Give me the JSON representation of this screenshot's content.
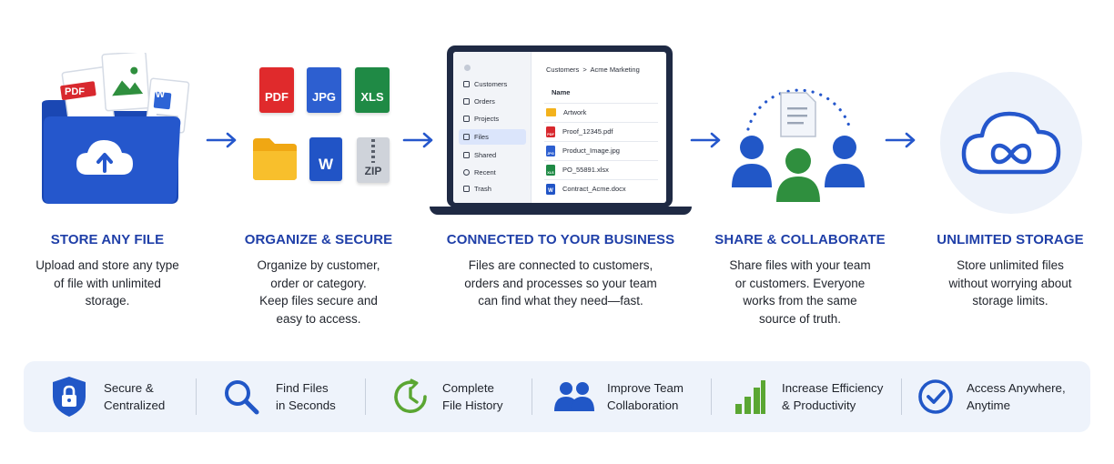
{
  "stages": [
    {
      "title": "STORE ANY FILE",
      "desc": "Upload and store any type\nof file with unlimited\nstorage."
    },
    {
      "title": "ORGANIZE & SECURE",
      "desc": "Organize by customer,\norder or category.\nKeep files secure and\neasy to access."
    },
    {
      "title": "CONNECTED TO YOUR BUSINESS",
      "desc": "Files are connected to customers,\norders and processes so your team\ncan find what they need—fast."
    },
    {
      "title": "SHARE & COLLABORATE",
      "desc": "Share files with your team\nor customers. Everyone\nworks from the same\nsource of truth."
    },
    {
      "title": "UNLIMITED STORAGE",
      "desc": "Store unlimited files\nwithout worrying about\nstorage limits."
    }
  ],
  "store_icons": {
    "pdf": "PDF",
    "word": "W"
  },
  "organize_tiles": {
    "pdf": "PDF",
    "jpg": "JPG",
    "xls": "XLS",
    "word": "W",
    "zip": "ZIP"
  },
  "app": {
    "breadcrumb": "Customers  >  Acme Marketing",
    "column_header": "Name",
    "sidebar": [
      "Customers",
      "Orders",
      "Projects",
      "Files",
      "Shared",
      "Recent",
      "Trash"
    ],
    "active_item": "Files",
    "files": [
      {
        "name": "Artwork",
        "type": "folder"
      },
      {
        "name": "Proof_12345.pdf",
        "type": "pdf"
      },
      {
        "name": "Product_Image.jpg",
        "type": "jpg"
      },
      {
        "name": "PO_55891.xlsx",
        "type": "xls"
      },
      {
        "name": "Contract_Acme.docx",
        "type": "doc"
      }
    ]
  },
  "features": [
    {
      "icon": "shield-lock-icon",
      "label": "Secure &\nCentralized"
    },
    {
      "icon": "magnifier-icon",
      "label": "Find Files\nin Seconds"
    },
    {
      "icon": "clock-history-icon",
      "label": "Complete\nFile History"
    },
    {
      "icon": "team-icon",
      "label": "Improve Team\nCollaboration"
    },
    {
      "icon": "bar-growth-icon",
      "label": "Increase Efficiency\n& Productivity"
    },
    {
      "icon": "check-circle-icon",
      "label": "Access Anywhere,\nAnytime"
    }
  ],
  "colors": {
    "primary_blue": "#1f55c8",
    "title_blue": "#1f3fa8",
    "pdf_red": "#d8282e",
    "xls_green": "#1f8a45",
    "folder_yellow": "#f3b21c",
    "team_green": "#2f8f3e",
    "feature_green": "#5aa632",
    "bar_bg": "#eef3fb"
  }
}
